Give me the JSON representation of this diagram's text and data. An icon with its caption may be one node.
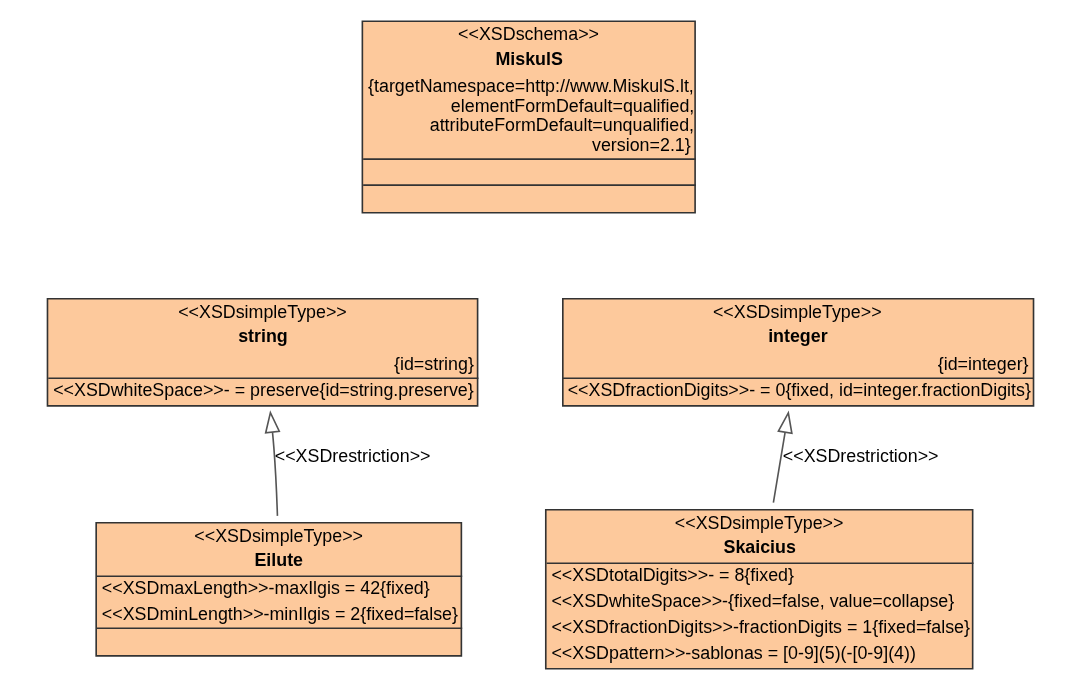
{
  "diagram": {
    "nodes": [
      {
        "text": [
          "<<XSDschema>>",
          "MiskulS",
          "{targetNamespace=http://www.MiskulS.lt, elementFormDefault=qualified, attributeFormDefault=unqualified, version=2.1}"
        ]
      },
      {
        "text": [
          "<<XSDsimpleType>>",
          "string",
          "{id=string}",
          "<<XSDwhiteSpace>>- = preserve{id=string.preserve}"
        ]
      },
      {
        "text": [
          "<<XSDsimpleType>>",
          "integer",
          "{id=integer}",
          "<<XSDfractionDigits>>- = 0{fixed, id=integer.fractionDigits}"
        ]
      },
      {
        "text": [
          "<<XSDsimpleType>>",
          "Eilute",
          "<<XSDmaxLength>>-maxIlgis = 42{fixed}",
          "<<XSDminLength>>-minIlgis = 2{fixed=false}"
        ]
      },
      {
        "text": [
          "<<XSDsimpleType>>",
          "Skaicius",
          "<<XSDtotalDigits>>- = 8{fixed}",
          "<<XSDwhiteSpace>>-{fixed=false, value=collapse}",
          "<<XSDfractionDigits>>-fractionDigits = 1{fixed=false}",
          "<<XSDpattern>>-sablonas = [0-9](5)(-[0-9](4))"
        ]
      }
    ],
    "edges": [
      {
        "from": 3,
        "to": 1,
        "arrow": "to",
        "label": "<<XSDrestriction>>"
      },
      {
        "from": 4,
        "to": 2,
        "arrow": "to",
        "label": "<<XSDrestriction>>"
      }
    ]
  }
}
